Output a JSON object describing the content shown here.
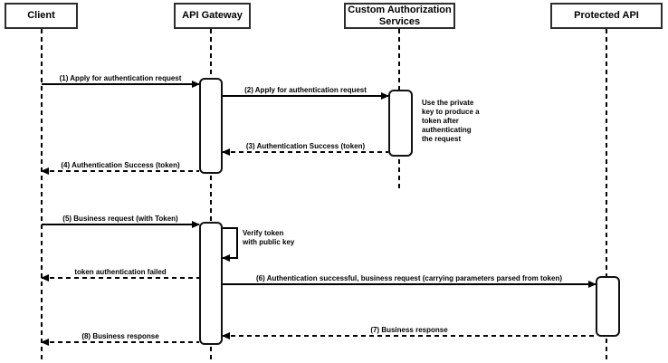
{
  "diagram": {
    "type": "sequence-diagram",
    "colors": {
      "stroke": "#000000",
      "fill": "#ffffff",
      "background": "#ffffff",
      "text": "#000000"
    },
    "participants": [
      {
        "name": "Client"
      },
      {
        "name": "API Gateway"
      },
      {
        "name": "Custom Authorization Services"
      },
      {
        "name": "Protected API"
      }
    ],
    "messages": [
      {
        "label": "(1) Apply for authentication request",
        "from": "Client",
        "to": "API Gateway",
        "line": "solid"
      },
      {
        "label": "(2) Apply for authentication request",
        "from": "API Gateway",
        "to": "Custom Authorization Services",
        "line": "solid"
      },
      {
        "label": "(3) Authentication Success (token)",
        "from": "Custom Authorization Services",
        "to": "API Gateway",
        "line": "dashed"
      },
      {
        "label": "(4) Authentication Success (token)",
        "from": "API Gateway",
        "to": "Client",
        "line": "dashed"
      },
      {
        "label": "(5) Business request (with Token)",
        "from": "Client",
        "to": "API Gateway",
        "line": "solid"
      },
      {
        "label": "Verify token\nwith public key",
        "from": "API Gateway",
        "to": "API Gateway",
        "line": "self"
      },
      {
        "label": "token authentication failed",
        "from": "API Gateway",
        "to": "Client",
        "line": "dashed"
      },
      {
        "label": "(6) Authentication successful, business request (carrying parameters parsed from token)",
        "from": "API Gateway",
        "to": "Protected API",
        "line": "solid"
      },
      {
        "label": "(7) Business response",
        "from": "Protected API",
        "to": "API Gateway",
        "line": "dashed"
      },
      {
        "label": "(8) Business response",
        "from": "API Gateway",
        "to": "Client",
        "line": "dashed"
      }
    ],
    "note": {
      "text": "Use the private\nkey to produce a\ntoken after\nauthenticating\nthe request",
      "attached_to": "Custom Authorization Services"
    }
  }
}
